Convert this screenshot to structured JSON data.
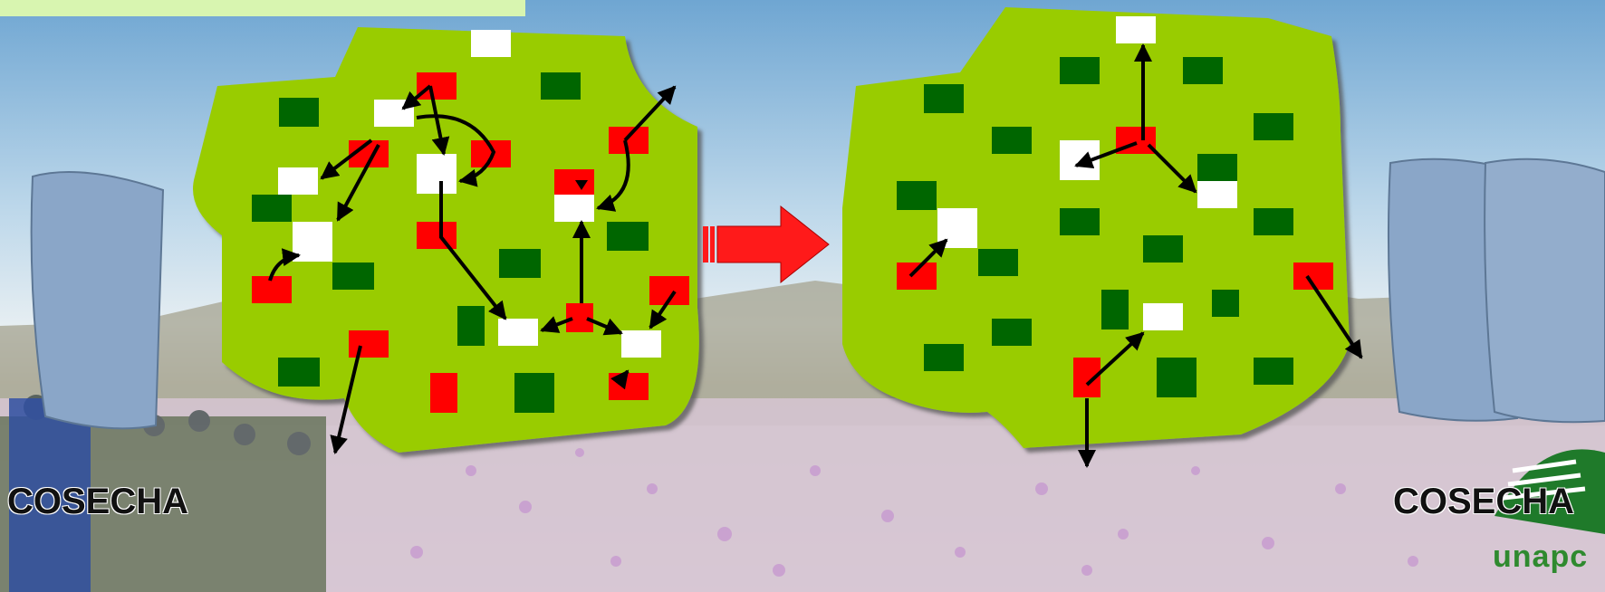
{
  "labels": {
    "left": "COSECHA",
    "right": "COSECHA"
  },
  "logo": {
    "text": "unapc"
  },
  "colors": {
    "field": "#99cc00",
    "healthy_plant": "#006600",
    "infected_plant": "#ff0000",
    "removed_plant": "#ffffff",
    "arrow": "#000000",
    "transition_arrow": "#ff1a1a"
  }
}
